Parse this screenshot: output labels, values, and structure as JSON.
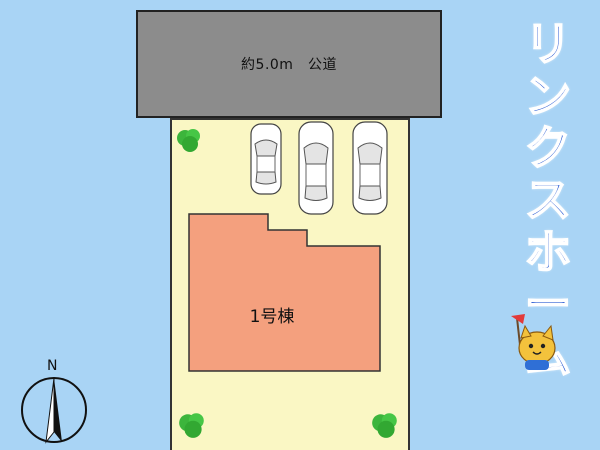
{
  "road": {
    "label": "約5.0m　公道"
  },
  "building": {
    "label": "1号棟"
  },
  "brand": {
    "chars": [
      "リ",
      "ン",
      "ク",
      "ス",
      "ホ",
      "ー",
      "ム"
    ]
  },
  "compass": {
    "north_label": "N"
  },
  "icons": [
    "car-icon",
    "tree-icon",
    "compass-icon",
    "mascot-icon"
  ],
  "colors": {
    "background": "#a9d4f5",
    "road": "#8c8c8c",
    "lot": "#faf7c4",
    "building": "#f4a07e",
    "tree": "#3cb53c",
    "brand": "#1a4fd0"
  }
}
